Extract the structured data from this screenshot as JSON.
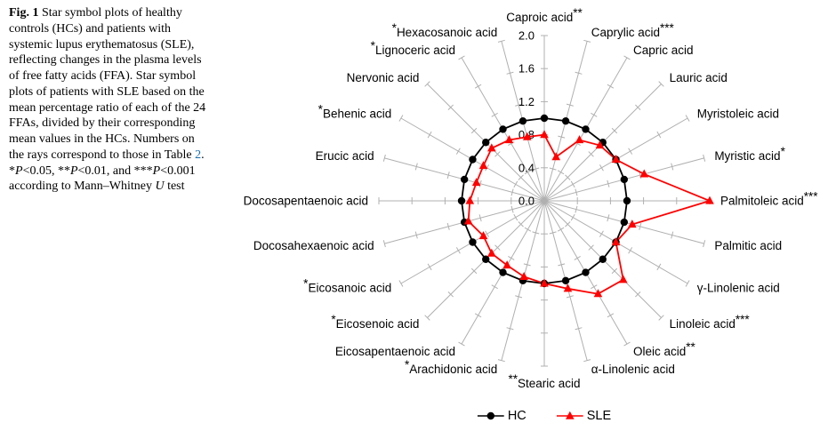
{
  "caption": {
    "fig_label": "Fig. 1",
    "body_1": " Star symbol plots of healthy controls (HCs) and patients with systemic lupus erythematosus (SLE), reflecting changes in the plasma levels of free fatty acids (FFA). Star symbol plots of patients with SLE based on the mean percentage ratio of each of the 24 FFAs, divided by their corresponding mean values in the HCs. Numbers on the rays correspond to those in Table ",
    "table_link": "2",
    "body_2": ". *",
    "p_italic": "P",
    "body_3": "<0.05, **",
    "body_4": "<0.01, and ***",
    "body_5": "<0.001 according to Mann–Whitney ",
    "u_italic": "U",
    "body_6": " test"
  },
  "legend": {
    "hc_label": "HC",
    "sle_label": "SLE"
  },
  "colors": {
    "hc": "#000000",
    "sle": "#ff0000",
    "link": "#1a6faf",
    "grid": "#b0b0b0"
  },
  "chart_data": {
    "type": "radar",
    "title": "",
    "rlim": [
      0,
      2.0
    ],
    "rticks": [
      0,
      0.4,
      0.8,
      1.2,
      1.6,
      2
    ],
    "grid_color": "#b0b0b0",
    "legend_position": "bottom-center",
    "axes": [
      {
        "name": "Caproic acid",
        "stars": "**",
        "stars_before": false
      },
      {
        "name": "Caprylic acid",
        "stars": "***",
        "stars_before": false
      },
      {
        "name": "Capric acid",
        "stars": "",
        "stars_before": false
      },
      {
        "name": "Lauric acid",
        "stars": "",
        "stars_before": false
      },
      {
        "name": "Myristoleic acid",
        "stars": "",
        "stars_before": false
      },
      {
        "name": "Myristic acid",
        "stars": "*",
        "stars_before": false
      },
      {
        "name": "Palmitoleic acid",
        "stars": "***",
        "stars_before": false
      },
      {
        "name": "Palmitic acid",
        "stars": "",
        "stars_before": false
      },
      {
        "name": "γ-Linolenic acid",
        "stars": "",
        "stars_before": false
      },
      {
        "name": "Linoleic acid",
        "stars": "***",
        "stars_before": false
      },
      {
        "name": "Oleic acid",
        "stars": "**",
        "stars_before": false
      },
      {
        "name": "α-Linolenic acid",
        "stars": "",
        "stars_before": false
      },
      {
        "name": "Stearic acid",
        "stars": "**",
        "stars_before": true
      },
      {
        "name": "Arachidonic acid",
        "stars": "*",
        "stars_before": true
      },
      {
        "name": "Eicosapentaenoic acid",
        "stars": "",
        "stars_before": false
      },
      {
        "name": "Eicosenoic acid",
        "stars": "*",
        "stars_before": true
      },
      {
        "name": "Eicosanoic acid",
        "stars": "*",
        "stars_before": true
      },
      {
        "name": "Docosahexaenoic acid",
        "stars": "",
        "stars_before": false
      },
      {
        "name": "Docosapentaenoic acid",
        "stars": "",
        "stars_before": false
      },
      {
        "name": "Erucic acid",
        "stars": "",
        "stars_before": false
      },
      {
        "name": "Behenic acid",
        "stars": "*",
        "stars_before": true
      },
      {
        "name": "Nervonic acid",
        "stars": "",
        "stars_before": false
      },
      {
        "name": "Lignoceric acid",
        "stars": "*",
        "stars_before": true
      },
      {
        "name": "Hexacosanoic acid",
        "stars": "*",
        "stars_before": true
      }
    ],
    "series": [
      {
        "name": "HC",
        "color": "#000000",
        "marker": "circle",
        "values": [
          1.0,
          1.0,
          1.0,
          1.0,
          1.0,
          1.0,
          1.0,
          1.0,
          1.0,
          1.0,
          1.0,
          1.0,
          1.0,
          1.0,
          1.0,
          1.0,
          1.0,
          1.0,
          1.0,
          1.0,
          1.0,
          1.0,
          1.0,
          1.0
        ]
      },
      {
        "name": "SLE",
        "color": "#ff0000",
        "marker": "triangle",
        "values": [
          0.8,
          0.55,
          0.85,
          0.95,
          1.0,
          1.25,
          2.0,
          1.1,
          1.0,
          1.35,
          1.3,
          1.1,
          1.0,
          0.95,
          0.9,
          0.9,
          0.85,
          0.95,
          0.9,
          0.85,
          0.85,
          0.9,
          0.85,
          0.8
        ]
      }
    ]
  }
}
